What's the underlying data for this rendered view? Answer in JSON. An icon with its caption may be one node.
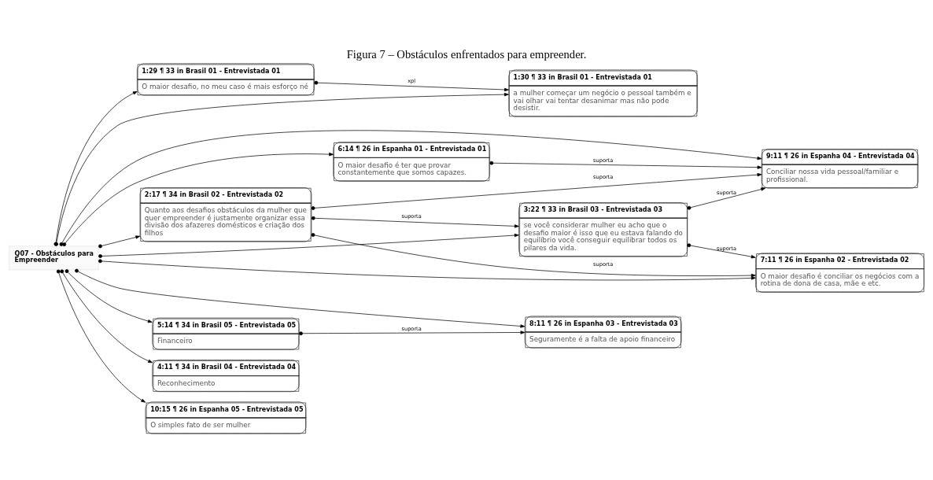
{
  "diagram": {
    "title": "Figura 7 – Obstáculos enfrentados para empreender.",
    "nodes": [
      {
        "text": [
          "1:29 ¶ 33 in Brasil 01 - Entrevistada 01",
          "O maior desafio, no meu caso é mais esforço né"
        ]
      },
      {
        "text": [
          "1:30 ¶ 33 in Brasil 01 - Entrevistada 01",
          "a mulher começar um negócio o pessoal também e vai olhar vai tentar desanimar mas não pode desistir."
        ]
      },
      {
        "text": [
          "6:14 ¶ 26 in Espanha 01 - Entrevistada 01",
          "O maior desafio é ter que provar constantemente que somos capazes."
        ]
      },
      {
        "text": [
          "2:17 ¶ 34 in Brasil 02 - Entrevistada 02",
          "Quanto aos desafios obstáculos da mulher que quer empreender é justamente organizar essa divisão dos afazeres domésticos e criação dos filhos"
        ]
      },
      {
        "text": [
          "7:11 ¶ 26 in Espanha 02 - Entrevistada 02",
          "O maior desafio é conciliar os negócios com a rotina de dona de casa, mãe e etc."
        ]
      },
      {
        "text": [
          "3:22 ¶ 33 in Brasil 03 - Entrevistada 03",
          "se você considerar mulher eu acho que o desafio maior é isso que eu estava falando do equilíbrio você conseguir equilibrar todos os pilares da vida."
        ]
      },
      {
        "text": [
          "Q07 - Obstáculos para Empreender"
        ]
      },
      {
        "text": [
          "8:11 ¶ 26 in Espanha 03 - Entrevistada 03",
          "Seguramente é a falta de apoio financeiro"
        ]
      },
      {
        "text": [
          "9:11 ¶ 26 in Espanha 04 - Entrevistada 04",
          "Conciliar nossa vida pessoal/familiar e profissional."
        ]
      },
      {
        "text": [
          "4:11 ¶ 34 in Brasil 04 - Entrevistada 04",
          "Reconhecimento"
        ]
      },
      {
        "text": [
          "5:14 ¶ 34 in Brasil 05 - Entrevistada 05",
          "Financeiro"
        ]
      },
      {
        "text": [
          "10:15 ¶ 26 in Espanha 05 - Entrevistada 05",
          "O simples fato de ser mulher"
        ]
      }
    ],
    "edges": [
      {
        "from": 6,
        "to": 0,
        "arrow": "to"
      },
      {
        "from": 6,
        "to": 1,
        "arrow": "to"
      },
      {
        "from": 6,
        "to": 2,
        "arrow": "to"
      },
      {
        "from": 6,
        "to": 3,
        "arrow": "to"
      },
      {
        "from": 6,
        "to": 4,
        "arrow": "to"
      },
      {
        "from": 6,
        "to": 5,
        "arrow": "to"
      },
      {
        "from": 6,
        "to": 7,
        "arrow": "to"
      },
      {
        "from": 6,
        "to": 8,
        "arrow": "to"
      },
      {
        "from": 6,
        "to": 9,
        "arrow": "to"
      },
      {
        "from": 6,
        "to": 10,
        "arrow": "to"
      },
      {
        "from": 6,
        "to": 11,
        "arrow": "to"
      },
      {
        "from": 0,
        "to": 1,
        "arrow": "to",
        "label": "xpl"
      },
      {
        "from": 3,
        "to": 4,
        "arrow": "to",
        "label": "suporta"
      },
      {
        "from": 5,
        "to": 4,
        "arrow": "to",
        "label": "suporta"
      },
      {
        "from": 3,
        "to": 5,
        "arrow": "to",
        "label": "suporta"
      },
      {
        "from": 3,
        "to": 8,
        "arrow": "to",
        "label": "suporta"
      },
      {
        "from": 5,
        "to": 8,
        "arrow": "to",
        "label": "suporta"
      },
      {
        "from": 10,
        "to": 7,
        "arrow": "to",
        "label": "suporta"
      },
      {
        "from": 2,
        "to": 8,
        "arrow": "to",
        "label": "suporta"
      }
    ]
  }
}
